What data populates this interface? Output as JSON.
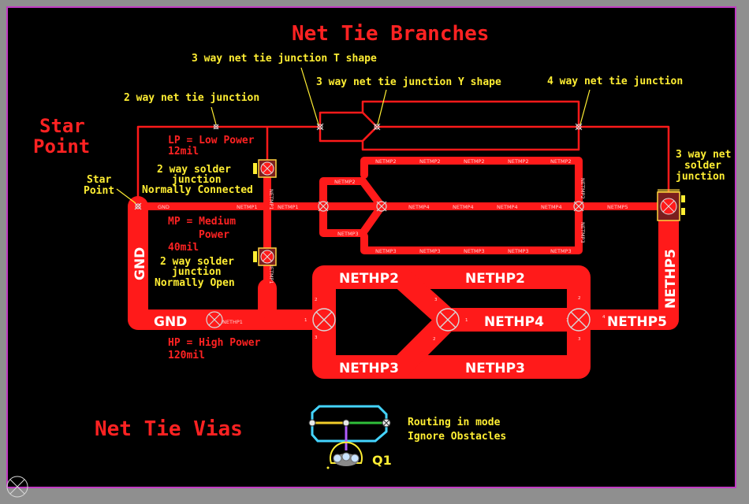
{
  "title": "Net Tie Branches",
  "colors": {
    "copper": "#ff1a1a",
    "label": "#ffee33",
    "heading": "#ff2222",
    "frame": "#c23bc4",
    "background": "#000000"
  },
  "labels": {
    "star_point_big": [
      "Star",
      "Point"
    ],
    "star_point_small": [
      "Star",
      "Point"
    ],
    "two_way_junction": "2 way net tie junction",
    "three_way_t": "3 way net tie junction T shape",
    "three_way_y": "3 way net tie junction Y shape",
    "four_way": "4 way net tie junction",
    "lp": [
      "LP = Low Power",
      "12mil"
    ],
    "solder_nc": [
      "2 way solder",
      "junction",
      "Normally Connected"
    ],
    "mp": [
      "MP = Medium",
      "Power",
      "40mil"
    ],
    "solder_no": [
      "2 way solder",
      "junction",
      "Normally Open"
    ],
    "hp": [
      "HP = High Power",
      "120mil"
    ],
    "three_way_solder": [
      "3 way net",
      "solder",
      "junction"
    ],
    "net_tie_vias": "Net Tie Vias",
    "routing": [
      "Routing in mode",
      "Ignore Obstacles"
    ],
    "component": "Q1"
  },
  "nets": {
    "gnd": "GND",
    "nethp2": "NETHP2",
    "nethp3": "NETHP3",
    "nethp4": "NETHP4",
    "nethp5": "NETHP5",
    "netmp1": "NETMP1",
    "netmp2": "NETMP2",
    "netmp3": "NETMP3",
    "netmp4": "NETMP4",
    "netmp5": "NETMP5",
    "nethp1": "NETHP1"
  }
}
